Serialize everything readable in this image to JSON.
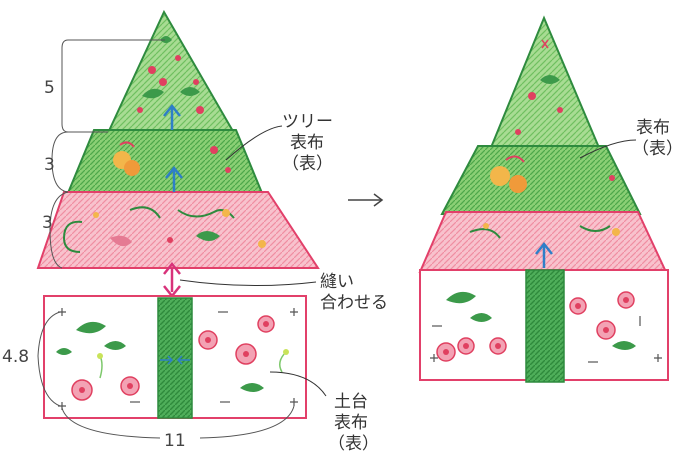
{
  "dimensions": {
    "tier_top": "5",
    "tier_middle": "3",
    "tier_bottom": "3",
    "base_height": "4.8",
    "base_width": "11"
  },
  "labels": {
    "tree_fabric": [
      "ツリー",
      "表布",
      "（表）"
    ],
    "tree_fabric_right": [
      "表布",
      "（表）"
    ],
    "sew": [
      "縫い",
      "合わせる"
    ],
    "base_fabric": [
      "土台",
      "表布",
      "（表）"
    ]
  },
  "colors": {
    "tree_green": "#2e8b3e",
    "light_green": "#8fd07a",
    "pink": "#e2406a",
    "light_pink": "#f3a2b4",
    "blue_arrow": "#2e7fc8",
    "magenta_arrow": "#d8327a",
    "leaf_green": "#3c9a4a",
    "flower_red": "#e04060"
  },
  "icons": [
    "up-arrow-icon",
    "double-arrow-icon",
    "right-arrow-icon",
    "inward-arrows-icon",
    "holly-leaf-icon",
    "flower-icon"
  ]
}
